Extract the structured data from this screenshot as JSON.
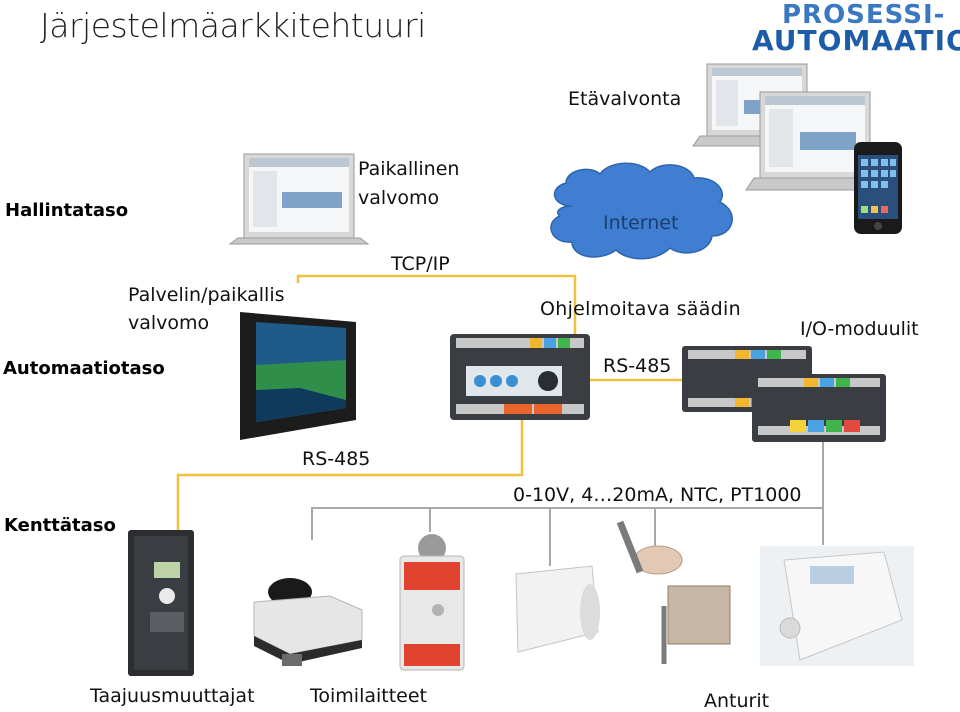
{
  "title": "Järjestelmäarkkitehtuuri",
  "logo": {
    "line1": "PROSESSI-",
    "line2": "AUTOMAATIO"
  },
  "levels": {
    "management": "Hallintataso",
    "automation": "Automaatiotaso",
    "field": "Kenttätaso"
  },
  "labels": {
    "remote_monitoring": "Etävalvonta",
    "local_monitoring_1": "Paikallinen",
    "local_monitoring_2": "valvomo",
    "internet": "Internet",
    "tcpip": "TCP/IP",
    "server_1": "Palvelin/paikallis",
    "server_2": "valvomo",
    "controller": "Ohjelmoitava säädin",
    "rs485_right": "RS-485",
    "io_modules": "I/O-moduulit",
    "rs485_left": "RS-485",
    "signals": "0-10V, 4…20mA, NTC, PT1000",
    "vfd": "Taajuusmuuttajat",
    "actuators": "Toimilaitteet",
    "sensors": "Anturit"
  },
  "colors": {
    "bus_line": "#f0c040",
    "field_line": "#a8a8a8",
    "cloud": "#3f7ed1",
    "cloud_text": "#1a3e6e"
  }
}
